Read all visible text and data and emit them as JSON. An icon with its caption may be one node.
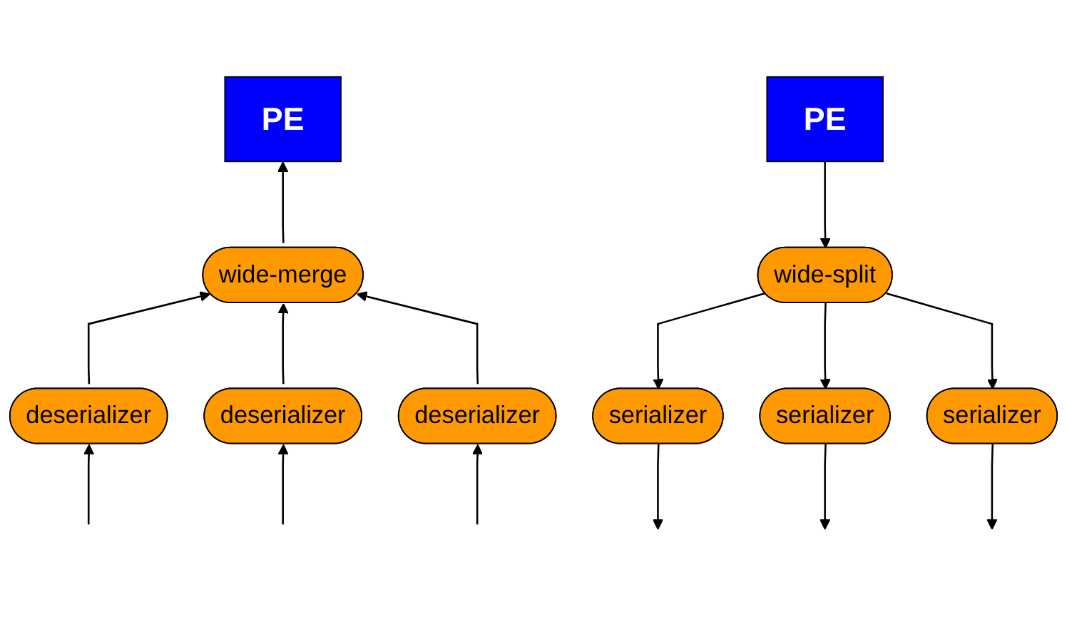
{
  "diagram": {
    "nodes": [
      {
        "text": [
          "PE"
        ]
      },
      {
        "text": [
          "wide-merge"
        ]
      },
      {
        "text": [
          "deserializer"
        ]
      },
      {
        "text": [
          "deserializer"
        ]
      },
      {
        "text": [
          "deserializer"
        ]
      },
      {
        "text": [
          "PE"
        ]
      },
      {
        "text": [
          "wide-split"
        ]
      },
      {
        "text": [
          "serializer"
        ]
      },
      {
        "text": [
          "serializer"
        ]
      },
      {
        "text": [
          "serializer"
        ]
      }
    ],
    "edges": [
      {
        "from": 1,
        "to": 0,
        "arrow": "to"
      },
      {
        "from": 2,
        "to": 1,
        "arrow": "to"
      },
      {
        "from": 3,
        "to": 1,
        "arrow": "to"
      },
      {
        "from": 4,
        "to": 1,
        "arrow": "to"
      },
      {
        "from": null,
        "to": 2,
        "arrow": "to"
      },
      {
        "from": null,
        "to": 3,
        "arrow": "to"
      },
      {
        "from": null,
        "to": 4,
        "arrow": "to"
      },
      {
        "from": 5,
        "to": 6,
        "arrow": "to"
      },
      {
        "from": 6,
        "to": 7,
        "arrow": "to"
      },
      {
        "from": 6,
        "to": 8,
        "arrow": "to"
      },
      {
        "from": 6,
        "to": 9,
        "arrow": "to"
      },
      {
        "from": 7,
        "to": null,
        "arrow": "to"
      },
      {
        "from": 8,
        "to": null,
        "arrow": "to"
      },
      {
        "from": 9,
        "to": null,
        "arrow": "to"
      }
    ]
  }
}
